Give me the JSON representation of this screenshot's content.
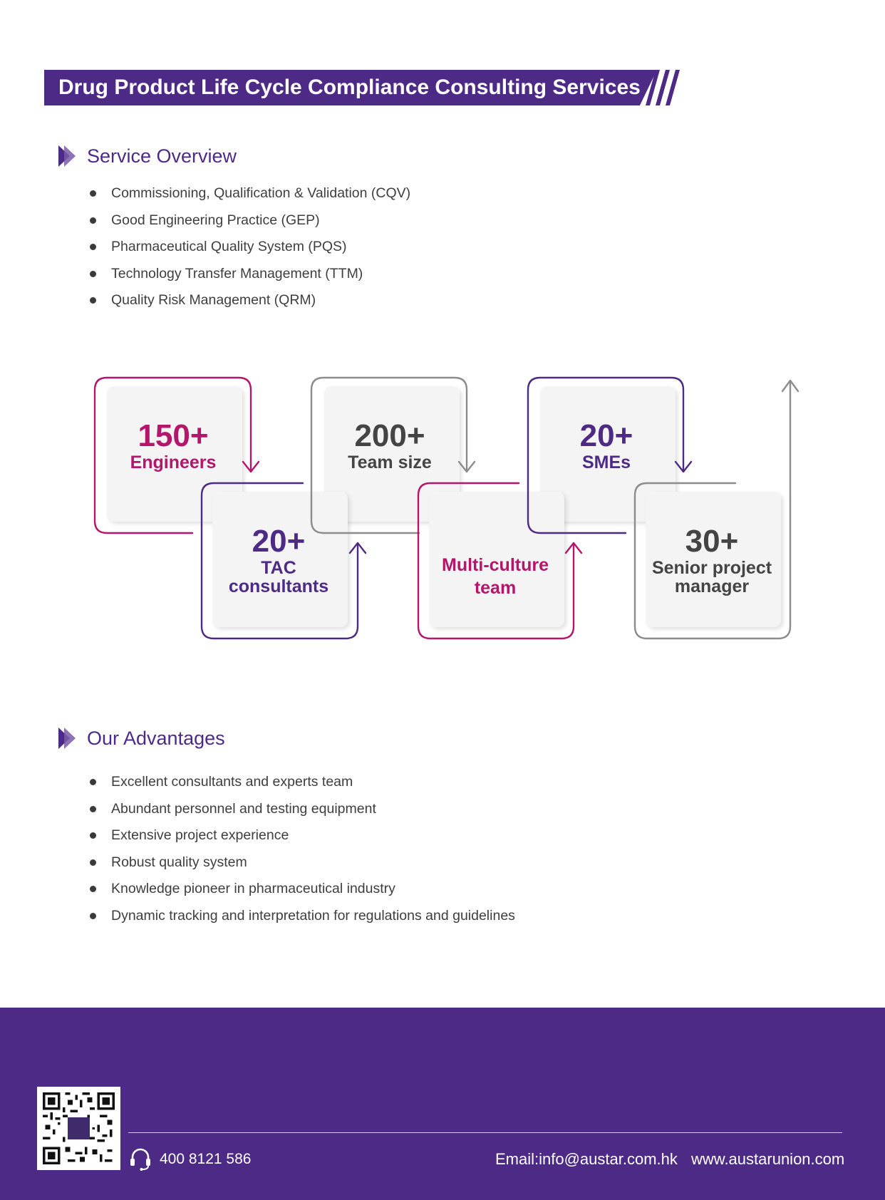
{
  "title": "Drug Product Life Cycle Compliance Consulting Services",
  "service_overview": {
    "heading": "Service Overview",
    "items": [
      "Commissioning, Qualification & Validation (CQV)",
      "Good Engineering Practice (GEP)",
      "Pharmaceutical Quality System  (PQS)",
      "Technology Transfer Management (TTM)",
      "Quality Risk Management (QRM)"
    ]
  },
  "stats": [
    {
      "num": "150+",
      "label": "Engineers",
      "color": "#b3166b"
    },
    {
      "num": "20+",
      "label": "TAC consultants",
      "color": "#4e2a87"
    },
    {
      "num": "200+",
      "label": "Team size",
      "color": "#444444"
    },
    {
      "num": "",
      "label": "Multi-culture team",
      "color": "#b3166b"
    },
    {
      "num": "20+",
      "label": "SMEs",
      "color": "#4e2a87"
    },
    {
      "num": "30+",
      "label": "Senior project manager",
      "color": "#444444"
    }
  ],
  "advantages": {
    "heading": "Our Advantages",
    "items": [
      "Excellent consultants and experts team",
      "Abundant personnel and testing equipment",
      "Extensive project experience",
      "Robust quality system",
      "Knowledge pioneer in pharmaceutical industry",
      "Dynamic tracking and interpretation for regulations and guidelines"
    ]
  },
  "footer": {
    "phone": "400 8121 586",
    "email": "Email:info@austar.com.hk",
    "website": "www.austarunion.com"
  },
  "colors": {
    "brand_purple": "#4e2a87",
    "accent_magenta": "#b3166b",
    "neutral_gray": "#8c8c8c"
  }
}
